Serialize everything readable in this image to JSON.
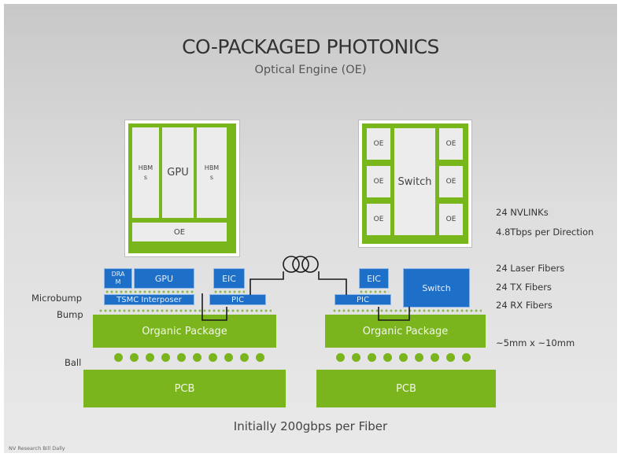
{
  "title": "CO-PACKAGED PHOTONICS",
  "subtitle": "Optical Engine (OE)",
  "gpu_package_top": {
    "hbm_left": "HBM s",
    "gpu": "GPU",
    "hbm_right": "HBM s",
    "oe": "OE"
  },
  "switch_package_top": {
    "oe_label": "OE",
    "switch": "Switch"
  },
  "cross_section_left": {
    "dram": "DRA M",
    "gpu": "GPU",
    "eic": "EIC",
    "interposer": "TSMC Interposer",
    "pic": "PIC",
    "package": "Organic Package",
    "pcb": "PCB"
  },
  "cross_section_right": {
    "eic": "EIC",
    "switch": "Switch",
    "pic": "PIC",
    "package": "Organic Package",
    "pcb": "PCB"
  },
  "side_labels": {
    "microbump": "Microbump",
    "bump": "Bump",
    "ball": "Ball"
  },
  "specs": {
    "nvlinks": "24 NVLINKs",
    "bandwidth": "4.8Tbps per Direction",
    "laser": "24 Laser Fibers",
    "tx": "24 TX Fibers",
    "rx": "24 RX Fibers",
    "size": "~5mm x ~10mm"
  },
  "footer": "Initially 200gbps per Fiber",
  "credit": "NV Research Bill Dally",
  "colors": {
    "green": "#7ab51d",
    "blue": "#1e6fc8",
    "background": "#dcdcdc"
  }
}
